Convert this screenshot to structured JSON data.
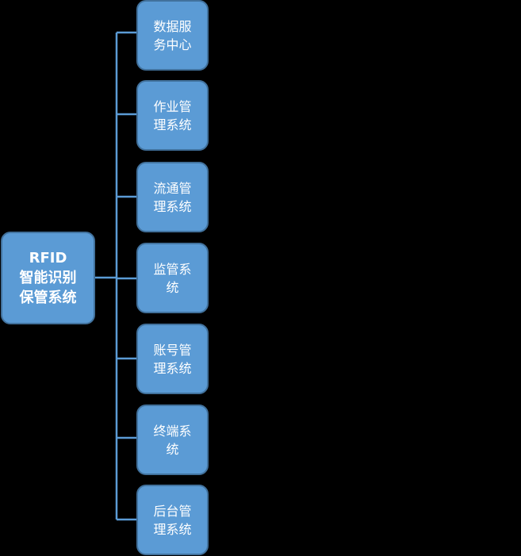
{
  "root": {
    "label": "RFID\n智能识别\n保管系统"
  },
  "children": [
    {
      "label": "数据服\n务中心"
    },
    {
      "label": "作业管\n理系统"
    },
    {
      "label": "流通管\n理系统"
    },
    {
      "label": "监管系\n统"
    },
    {
      "label": "账号管\n理系统"
    },
    {
      "label": "终端系\n统"
    },
    {
      "label": "后台管\n理系统"
    }
  ],
  "colors": {
    "background": "#000000",
    "box_fill": "#5b9bd5",
    "box_border": "#41719c",
    "connector": "#5b9bd5",
    "text": "#ffffff"
  }
}
